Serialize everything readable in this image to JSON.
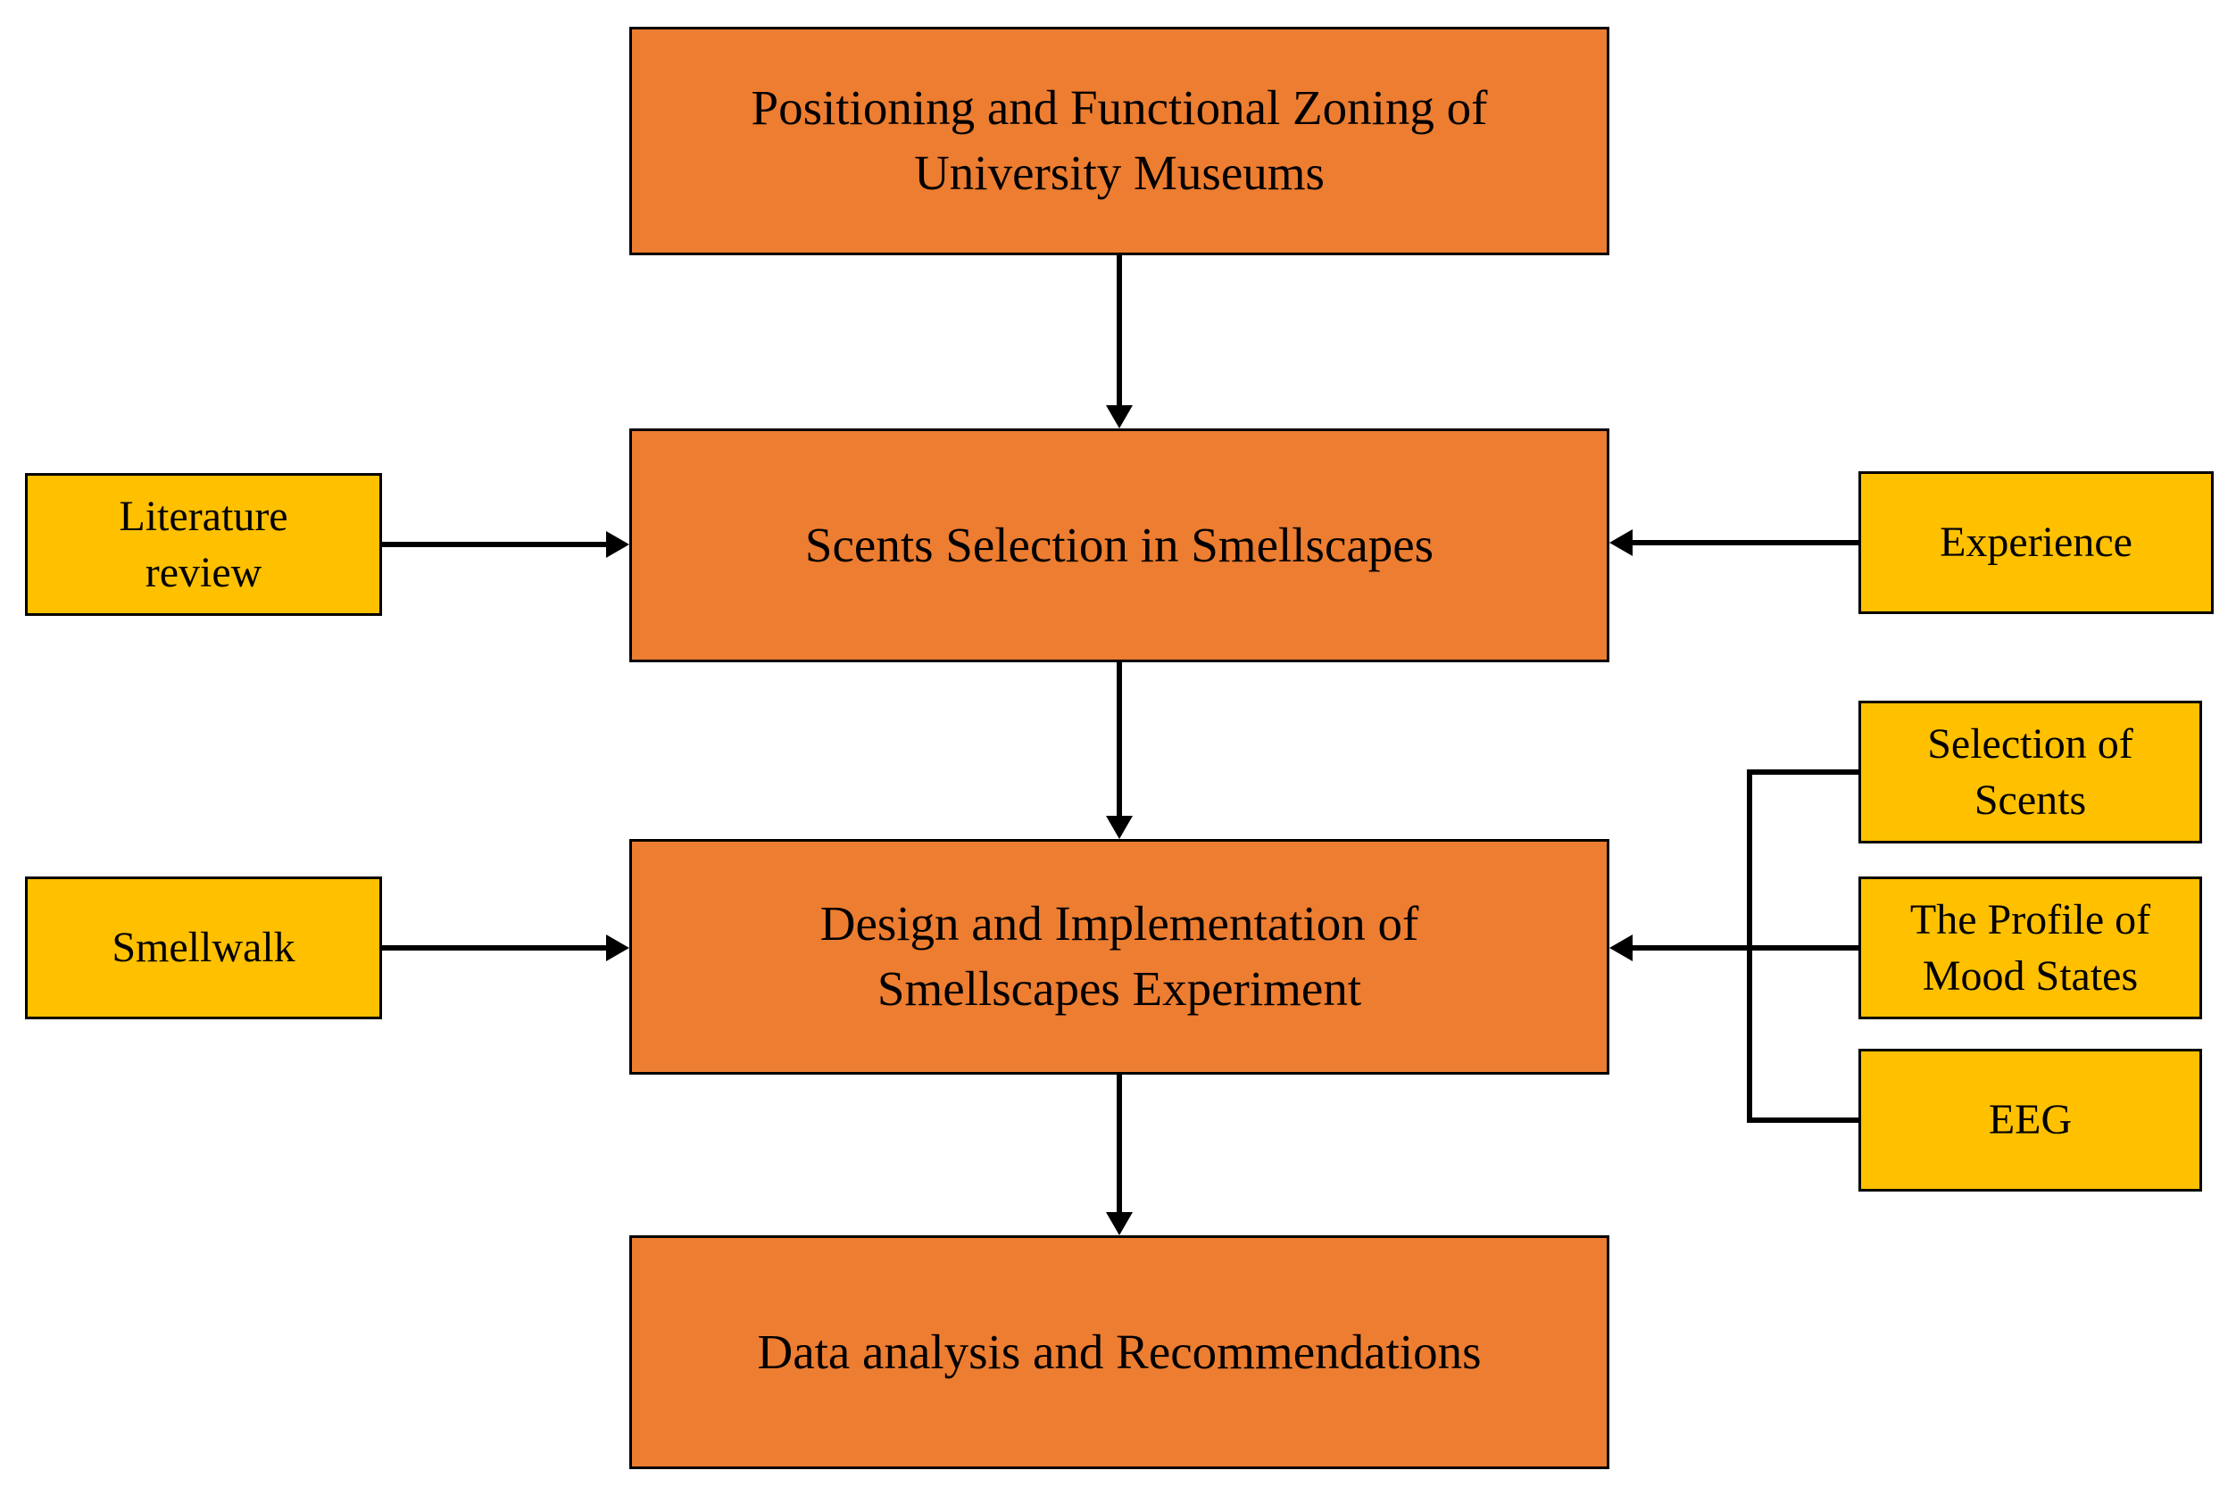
{
  "diagram_type": "flowchart",
  "colors": {
    "process_fill": "#ED7D31",
    "support_fill": "#FFC000",
    "border": "#000000",
    "text": "#000000",
    "arrow": "#000000",
    "background": "#FFFFFF"
  },
  "nodes": {
    "positioning": {
      "label": "Positioning and Functional Zoning of\nUniversity Museums",
      "type": "process"
    },
    "scents_selection": {
      "label": "Scents Selection in Smellscapes",
      "type": "process"
    },
    "literature_review": {
      "label": "Literature\nreview",
      "type": "support"
    },
    "experience": {
      "label": "Experience",
      "type": "support"
    },
    "design_implementation": {
      "label": "Design and Implementation of\nSmellscapes Experiment",
      "type": "process"
    },
    "smellwalk": {
      "label": "Smellwalk",
      "type": "support"
    },
    "selection_of_scents": {
      "label": "Selection of\nScents",
      "type": "support"
    },
    "profile_of_mood_states": {
      "label": "The Profile of\nMood States",
      "type": "support"
    },
    "eeg": {
      "label": "EEG",
      "type": "support"
    },
    "data_analysis": {
      "label": "Data analysis and Recommendations",
      "type": "process"
    }
  },
  "edges": [
    {
      "from": "positioning",
      "to": "scents_selection",
      "direction": "down"
    },
    {
      "from": "literature_review",
      "to": "scents_selection",
      "direction": "right"
    },
    {
      "from": "experience",
      "to": "scents_selection",
      "direction": "left"
    },
    {
      "from": "scents_selection",
      "to": "design_implementation",
      "direction": "down"
    },
    {
      "from": "smellwalk",
      "to": "design_implementation",
      "direction": "right"
    },
    {
      "from": "selection_of_scents",
      "to": "design_implementation",
      "direction": "left",
      "via": "bracket"
    },
    {
      "from": "profile_of_mood_states",
      "to": "design_implementation",
      "direction": "left",
      "via": "bracket"
    },
    {
      "from": "eeg",
      "to": "design_implementation",
      "direction": "left",
      "via": "bracket"
    },
    {
      "from": "design_implementation",
      "to": "data_analysis",
      "direction": "down"
    }
  ]
}
